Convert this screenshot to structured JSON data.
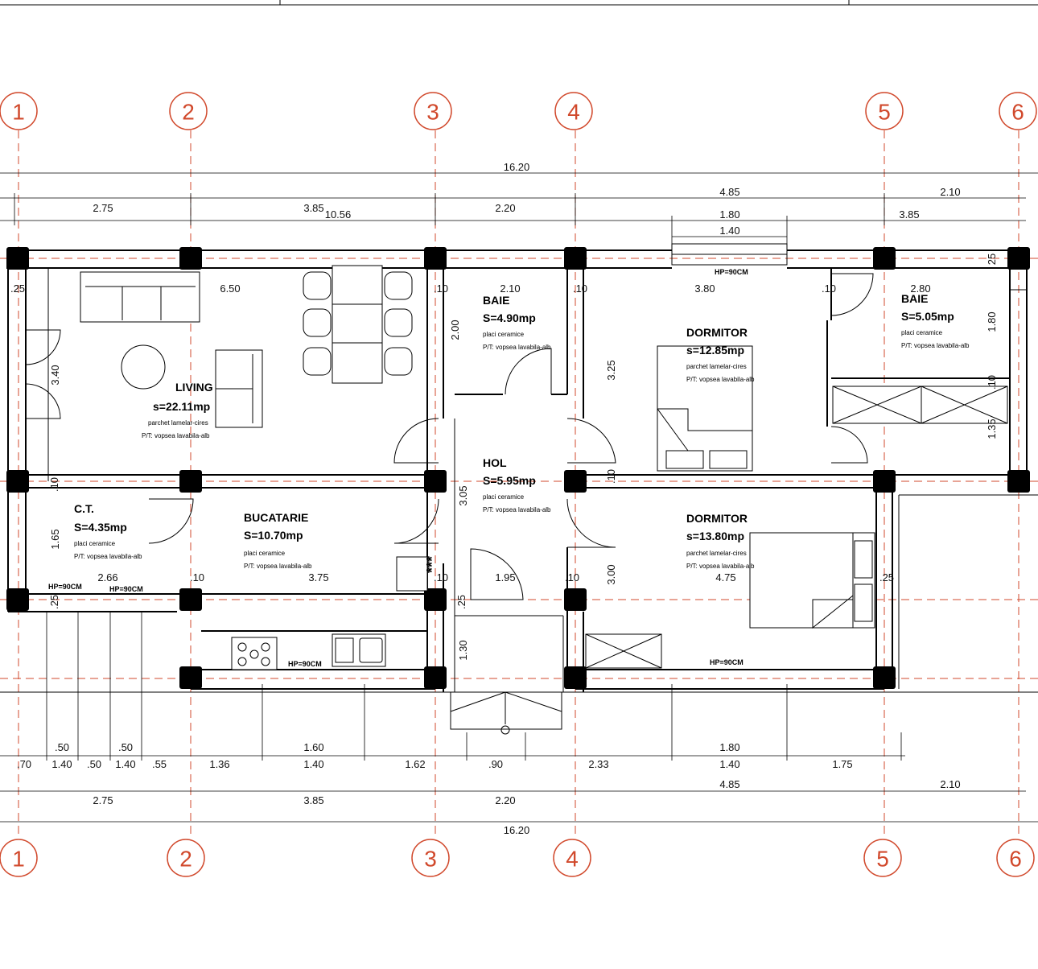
{
  "axes": [
    "1",
    "2",
    "3",
    "4",
    "5",
    "6"
  ],
  "rooms": [
    {
      "name": "LIVING",
      "area": "s=22.11mp",
      "floor": "parchet lamelar-cires",
      "walls": "P/T: vopsea lavabila-alb"
    },
    {
      "name": "BAIE",
      "area": "S=4.90mp",
      "floor": "placi ceramice",
      "walls": "P/T: vopsea lavabila-alb"
    },
    {
      "name": "DORMITOR",
      "area": "s=12.85mp",
      "floor": "parchet lamelar-cires",
      "walls": "P/T: vopsea lavabila-alb"
    },
    {
      "name": "BAIE",
      "area": "S=5.05mp",
      "floor": "placi ceramice",
      "walls": "P/T: vopsea lavabila-alb"
    },
    {
      "name": "C.T.",
      "area": "S=4.35mp",
      "floor": "placi ceramice",
      "walls": "P/T: vopsea lavabila-alb"
    },
    {
      "name": "BUCATARIE",
      "area": "S=10.70mp",
      "floor": "placi ceramice",
      "walls": "P/T: vopsea lavabila-alb"
    },
    {
      "name": "HOL",
      "area": "S=5.95mp",
      "floor": "placi ceramice",
      "walls": "P/T: vopsea lavabila-alb"
    },
    {
      "name": "DORMITOR",
      "area": "s=13.80mp",
      "floor": "parchet lamelar-cires",
      "walls": "P/T: vopsea lavabila-alb"
    }
  ],
  "window_labels": [
    "HP=90CM",
    "HP=90CM",
    "HP=90CM",
    "HP=90CM",
    "HP=90CM"
  ],
  "dims_top": [
    "16.20",
    "4.85",
    "2.10",
    "2.75",
    "3.85",
    "10.56",
    "2.20",
    "1.80",
    "3.85",
    "1.40"
  ],
  "dims_bottom": [
    ".50",
    ".50",
    "1.60",
    "1.80",
    ".70",
    "1.40",
    ".50",
    "1.40",
    ".55",
    "1.36",
    "1.40",
    "1.62",
    ".90",
    "2.33",
    "1.40",
    "1.75",
    "4.85",
    "2.10",
    "2.75",
    "3.85",
    "2.20",
    "16.20"
  ],
  "dims_inner": [
    ".25",
    "6.50",
    ".10",
    "2.10",
    ".10",
    "3.80",
    ".10",
    "2.80",
    "25",
    "3.40",
    "2.00",
    "3.25",
    "1.80",
    ".10",
    "1.35",
    ".10",
    ".10",
    "1.65",
    "2.66",
    ".10",
    "3.75",
    ".10",
    "1.95",
    ".10",
    "4.75",
    ".25",
    ".25",
    ".25",
    "3.05",
    "3.00",
    "1.30"
  ],
  "colors": {
    "axis": "#d1492c",
    "wall": "#000000"
  }
}
